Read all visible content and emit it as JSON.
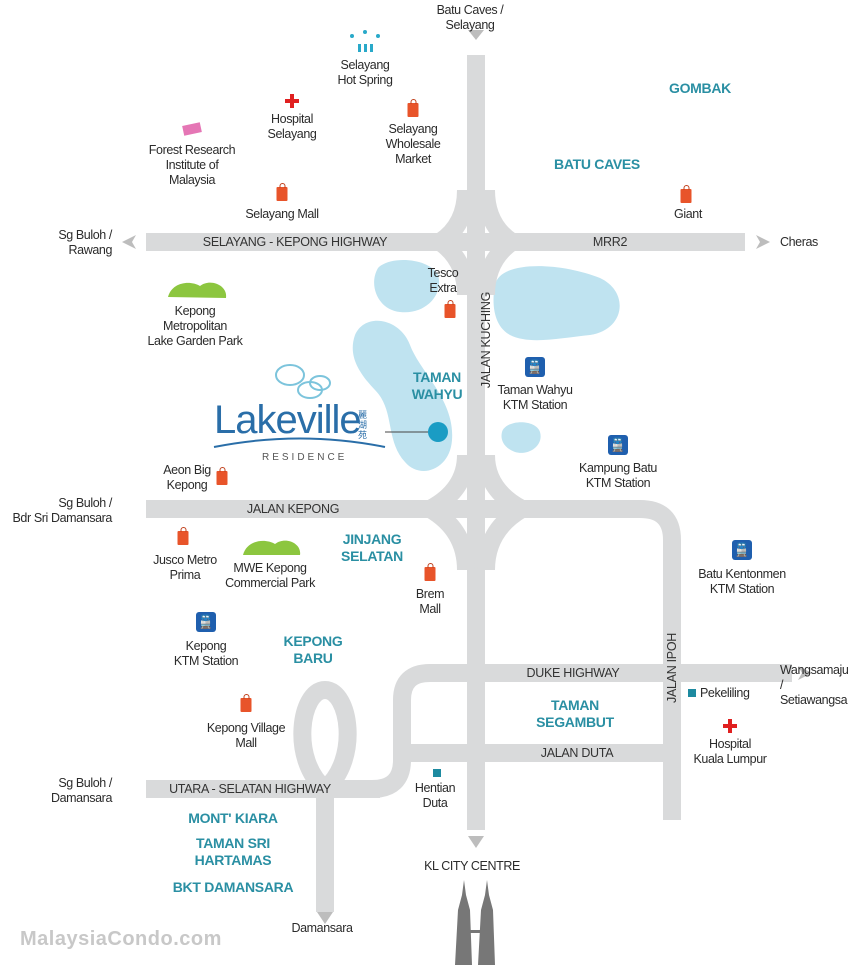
{
  "title": "Lakeville Residence Location Map",
  "colors": {
    "road": "#d9dadb",
    "lake": "#bfe3f0",
    "area_label": "#2a8fa3",
    "shop": "#e8542a",
    "hospital": "#e02020",
    "ktm": "#1f5fae",
    "park": "#8cc63f"
  },
  "directions": {
    "north": "Batu Caves /\nSelayang",
    "west_top": "Sg Buloh /\nRawang",
    "east_top": "Cheras",
    "west_mid": "Sg Buloh /\nBdr Sri Damansara",
    "east_mid": "Wangsamaju /\nSetiawangsa",
    "west_bottom": "Sg Buloh /\nDamansara",
    "south_west": "Damansara",
    "south": "KL CITY CENTRE"
  },
  "roads": {
    "selayang_kepong": "SELAYANG - KEPONG HIGHWAY",
    "mrr2": "MRR2",
    "jalan_kuching": "JALAN KUCHING",
    "jalan_kepong": "JALAN KEPONG",
    "duke": "DUKE HIGHWAY",
    "jalan_ipoh": "JALAN IPOH",
    "jalan_duta": "JALAN DUTA",
    "utara_selatan": "UTARA - SELATAN HIGHWAY"
  },
  "areas": {
    "gombak": "GOMBAK",
    "batu_caves": "BATU CAVES",
    "taman_wahyu": "TAMAN\nWAHYU",
    "jinjang_selatan": "JINJANG\nSELATAN",
    "kepong_baru": "KEPONG\nBARU",
    "taman_segambut": "TAMAN\nSEGAMBUT",
    "mont_kiara": "MONT' KIARA",
    "taman_sri_hartamas": "TAMAN SRI\nHARTAMAS",
    "bkt_damansara": "BKT DAMANSARA"
  },
  "places": {
    "hot_spring": "Selayang\nHot Spring",
    "hospital_selayang": "Hospital\nSelayang",
    "wholesale_market": "Selayang\nWholesale\nMarket",
    "forest_research": "Forest Research\nInstitute of\nMalaysia",
    "selayang_mall": "Selayang Mall",
    "giant": "Giant",
    "tesco": "Tesco\nExtra",
    "kepong_park": "Kepong\nMetropolitan\nLake Garden Park",
    "taman_wahyu_ktm": "Taman Wahyu\nKTM Station",
    "kampung_batu_ktm": "Kampung Batu\nKTM Station",
    "aeon": "Aeon Big\nKepong",
    "jusco": "Jusco Metro\nPrima",
    "mwe": "MWE Kepong\nCommercial Park",
    "brem": "Brem\nMall",
    "batu_kentonmen_ktm": "Batu Kentonmen\nKTM Station",
    "kepong_ktm": "Kepong\nKTM Station",
    "pekeliling": "Pekeliling",
    "kepong_village": "Kepong Village\nMall",
    "hospital_kl": "Hospital\nKuala Lumpur",
    "hentian_duta": "Hentian\nDuta"
  },
  "logo": {
    "name": "Lakeville",
    "sub": "RESIDENCE",
    "chinese": "麗湖苑"
  },
  "brand": "MalaysiaCondo.com"
}
